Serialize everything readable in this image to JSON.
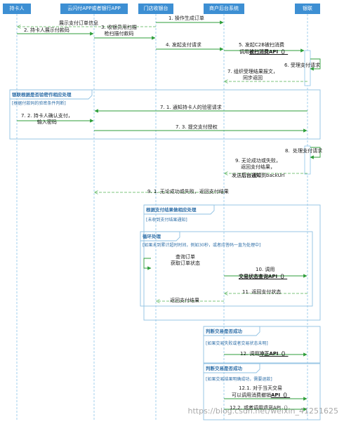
{
  "participants": {
    "cardholder": "持卡人",
    "app": "云闪付APP或者银行APP",
    "pos": "门店收银台",
    "merchant": "商户后台系统",
    "unionpay": "银联"
  },
  "messages": {
    "m1": "1. 操作生成订单",
    "show_info": "展示支付订单信息",
    "m2": "2. 持卡人展示付款码",
    "m3": "3. 收银员用扫描\n枪扫描付款码",
    "m4": "4. 发起支付请求",
    "m5a": "5. 发起C2B被扫消费",
    "m5b_prefix": "调用",
    "m5b_api": "被扫消费API（）",
    "m6": "6. 受理支付请求",
    "m7": "7. 组织受理结果报文，\n同步返回",
    "m71": "7. 1. 通知持卡人的验密请求",
    "m72": "7. 2. 持卡人确认支付，\n输入密码",
    "m73": "7. 3. 提交支付授权",
    "m8": "8.  处理支付请求",
    "m9a": "9. 无论成功或失败，\n返回支付结果，",
    "m9b_prefix": "发送",
    "m9b_bold": "后台通知",
    "m9b_suffix": "到backUrl",
    "m91": "9. 1. 无论成功或失败，返回支付结果",
    "query": "查询订单\n获取订单状态",
    "m10a": "10. 调用",
    "m10b": "交易状态查询API（）",
    "m11": "11. 返回支付状态",
    "return_result": "返回支付结果",
    "m12_prefix": "12. 调用",
    "m12_api": "冲正API（）",
    "m121a": "12.1. 对于当天交易",
    "m121b_prefix": "可以调用消费撤销",
    "m121b_api": "API（）",
    "m122": "12.2. 或者调用退货API（）"
  },
  "frames": {
    "f1_title": "银联根据是否验密作相应处理",
    "f1_cond": "[根据付款码的验密条件判断]",
    "f2_title": "根据支付结果做相应处理",
    "f2_cond": "[未收到支付结果通知]",
    "f3_title": "循环处理",
    "f3_cond": "[如果未到累计超时时间，例如30秒，或者应答码一直为处理中]",
    "f4_title": "判断交易是否成功",
    "f4_cond": "[如果交易失败或者交易状态未明]",
    "f5_title": "判断交易是否成功",
    "f5_cond": "[如果交易结果明确成功，需要退款]"
  },
  "watermark": "https://blog.csdn.net/weixin_41251625",
  "colors": {
    "header": "#3d8fd3",
    "lifeline": "#8cc4e8",
    "solid_arrow": "#2e9e3a",
    "return_arrow": "#7cc47e",
    "frame": "#8fc1e3"
  }
}
